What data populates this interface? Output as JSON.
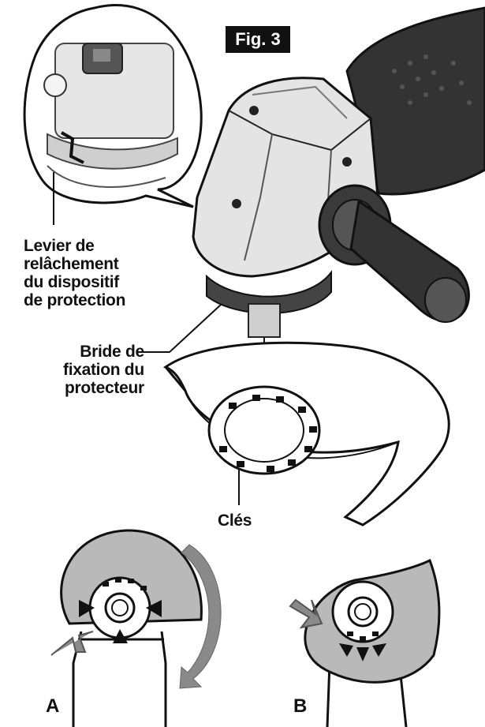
{
  "figure": {
    "badge": "Fig. 3",
    "labels": {
      "release_lever": [
        "Levier de",
        "relâchement",
        "du dispositif",
        "de protection"
      ],
      "guard_flange": [
        "Bride de",
        "fixation du",
        "protecteur"
      ],
      "keys": "Clés"
    },
    "panels": {
      "a": "A",
      "b": "B"
    }
  },
  "colors": {
    "ink": "#111111",
    "guard_gray": "#b9b9b9",
    "arrow_gray": "#8a8a8a",
    "body_light": "#e4e4e4",
    "handle_dark": "#333333"
  }
}
